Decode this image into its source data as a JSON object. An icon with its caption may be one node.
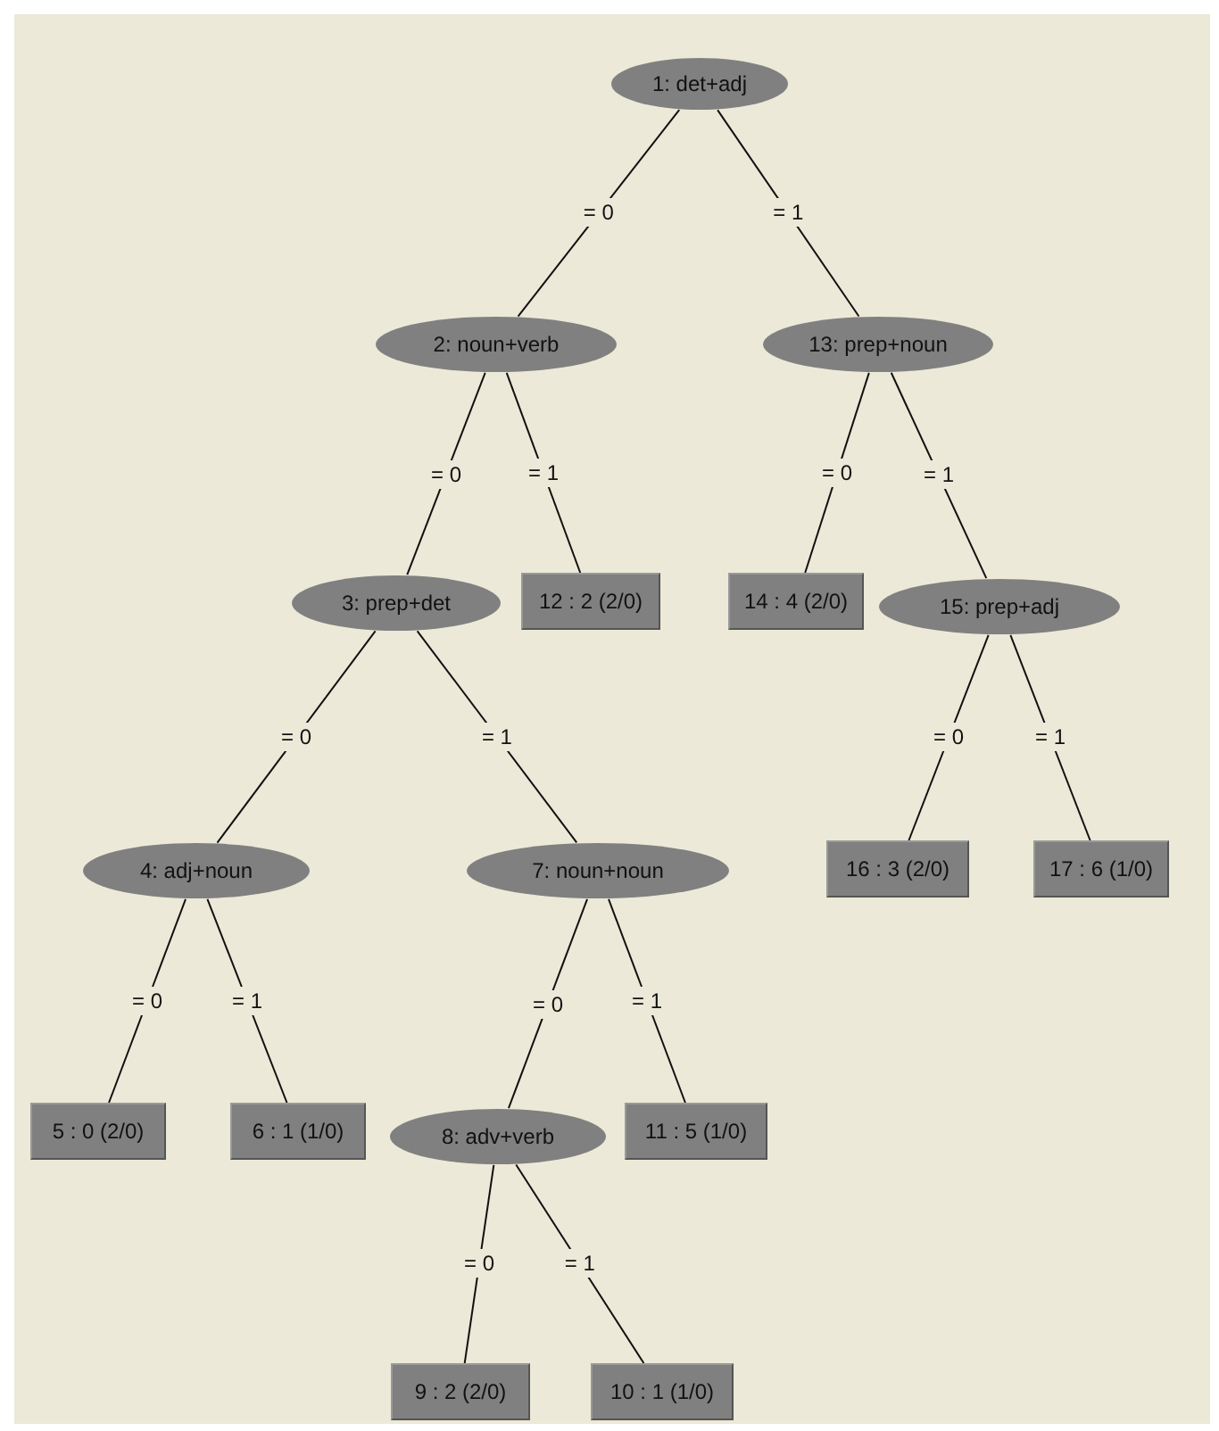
{
  "diagram": {
    "nodes": [
      {
        "text": [
          "1: det+adj"
        ]
      },
      {
        "text": [
          "2: noun+verb"
        ]
      },
      {
        "text": [
          "3: prep+det"
        ]
      },
      {
        "text": [
          "4: adj+noun"
        ]
      },
      {
        "text": [
          "5 : 0 (2/0)"
        ]
      },
      {
        "text": [
          "6 : 1 (1/0)"
        ]
      },
      {
        "text": [
          "7: noun+noun"
        ]
      },
      {
        "text": [
          "8: adv+verb"
        ]
      },
      {
        "text": [
          "9 : 2 (2/0)"
        ]
      },
      {
        "text": [
          "10 : 1 (1/0)"
        ]
      },
      {
        "text": [
          "11 : 5 (1/0)"
        ]
      },
      {
        "text": [
          "12 : 2 (2/0)"
        ]
      },
      {
        "text": [
          "13: prep+noun"
        ]
      },
      {
        "text": [
          "14 : 4 (2/0)"
        ]
      },
      {
        "text": [
          "15: prep+adj"
        ]
      },
      {
        "text": [
          "16 : 3 (2/0)"
        ]
      },
      {
        "text": [
          "17 : 6 (1/0)"
        ]
      }
    ],
    "edges": [
      {
        "from": 0,
        "to": 1,
        "arrow": "none",
        "label": "= 0"
      },
      {
        "from": 1,
        "to": 2,
        "arrow": "none",
        "label": "= 0"
      },
      {
        "from": 2,
        "to": 3,
        "arrow": "none",
        "label": "= 0"
      },
      {
        "from": 3,
        "to": 4,
        "arrow": "none",
        "label": "= 0"
      },
      {
        "from": 3,
        "to": 5,
        "arrow": "none",
        "label": "= 1"
      },
      {
        "from": 2,
        "to": 6,
        "arrow": "none",
        "label": "= 1"
      },
      {
        "from": 6,
        "to": 7,
        "arrow": "none",
        "label": "= 0"
      },
      {
        "from": 7,
        "to": 8,
        "arrow": "none",
        "label": "= 0"
      },
      {
        "from": 7,
        "to": 9,
        "arrow": "none",
        "label": "= 1"
      },
      {
        "from": 6,
        "to": 10,
        "arrow": "none",
        "label": "= 1"
      },
      {
        "from": 1,
        "to": 11,
        "arrow": "none",
        "label": "= 1"
      },
      {
        "from": 0,
        "to": 12,
        "arrow": "none",
        "label": "= 1"
      },
      {
        "from": 12,
        "to": 13,
        "arrow": "none",
        "label": "= 0"
      },
      {
        "from": 12,
        "to": 14,
        "arrow": "none",
        "label": "= 1"
      },
      {
        "from": 14,
        "to": 15,
        "arrow": "none",
        "label": "= 0"
      },
      {
        "from": 14,
        "to": 16,
        "arrow": "none",
        "label": "= 1"
      }
    ]
  }
}
